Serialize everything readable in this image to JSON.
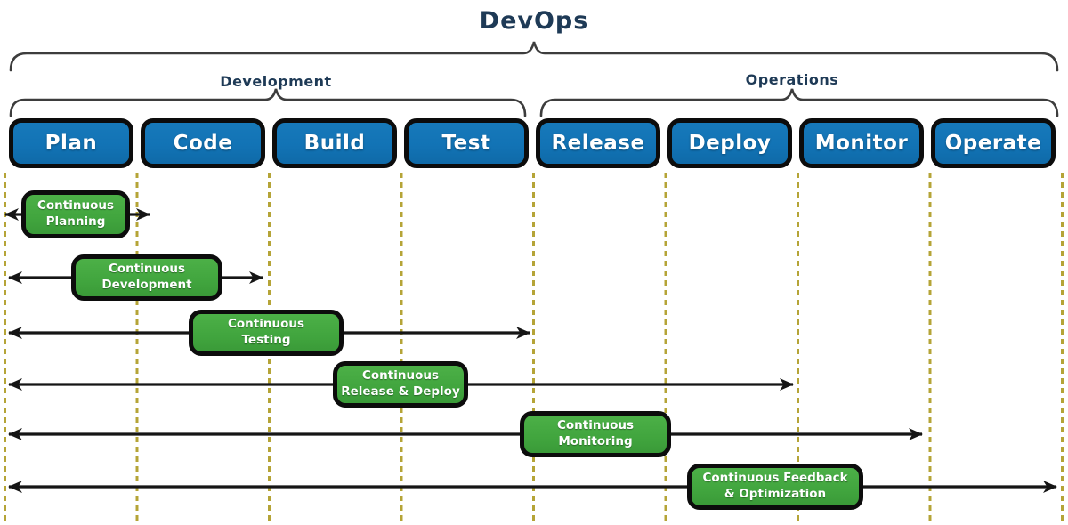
{
  "title": "DevOps",
  "sections": {
    "development": {
      "label": "Development"
    },
    "operations": {
      "label": "Operations"
    }
  },
  "stages": [
    {
      "label": "Plan"
    },
    {
      "label": "Code"
    },
    {
      "label": "Build"
    },
    {
      "label": "Test"
    },
    {
      "label": "Release"
    },
    {
      "label": "Deploy"
    },
    {
      "label": "Monitor"
    },
    {
      "label": "Operate"
    }
  ],
  "practices": [
    {
      "line1": "Continuous",
      "line2": "Planning"
    },
    {
      "line1": "Continuous",
      "line2": "Development"
    },
    {
      "line1": "Continuous",
      "line2": "Testing"
    },
    {
      "line1": "Continuous",
      "line2": "Release  & Deploy"
    },
    {
      "line1": "Continuous",
      "line2": "Monitoring"
    },
    {
      "line1": "Continuous Feedback",
      "line2": "& Optimization"
    }
  ],
  "colors": {
    "stage_blue": "#1273b5",
    "practice_green": "#41a53e",
    "heading_navy": "#1e3a56",
    "dashed_olive": "#b5a437",
    "arrow_black": "#151515",
    "brace_gray": "#3d3d3d"
  }
}
